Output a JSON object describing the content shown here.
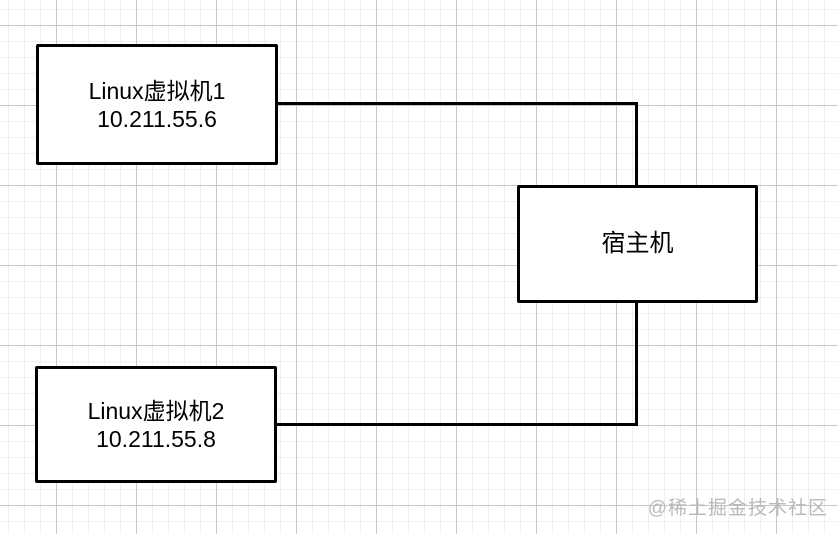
{
  "diagram": {
    "nodes": [
      {
        "id": "vm1",
        "title": "Linux虚拟机1",
        "subtitle": "10.211.55.6"
      },
      {
        "id": "host",
        "title": "宿主机"
      },
      {
        "id": "vm2",
        "title": "Linux虚拟机2",
        "subtitle": "10.211.55.8"
      }
    ],
    "edges": [
      {
        "from": "vm1",
        "to": "host",
        "style": "orthogonal"
      },
      {
        "from": "host",
        "to": "vm2",
        "style": "orthogonal"
      }
    ]
  },
  "watermark": {
    "text": "@稀土掘金技术社区"
  },
  "colors": {
    "background": "#ffffff",
    "stroke": "#000000",
    "grid_major": "#c7c7c7",
    "grid_minor": "#f2eff0",
    "watermark": "#b9b9b9"
  }
}
